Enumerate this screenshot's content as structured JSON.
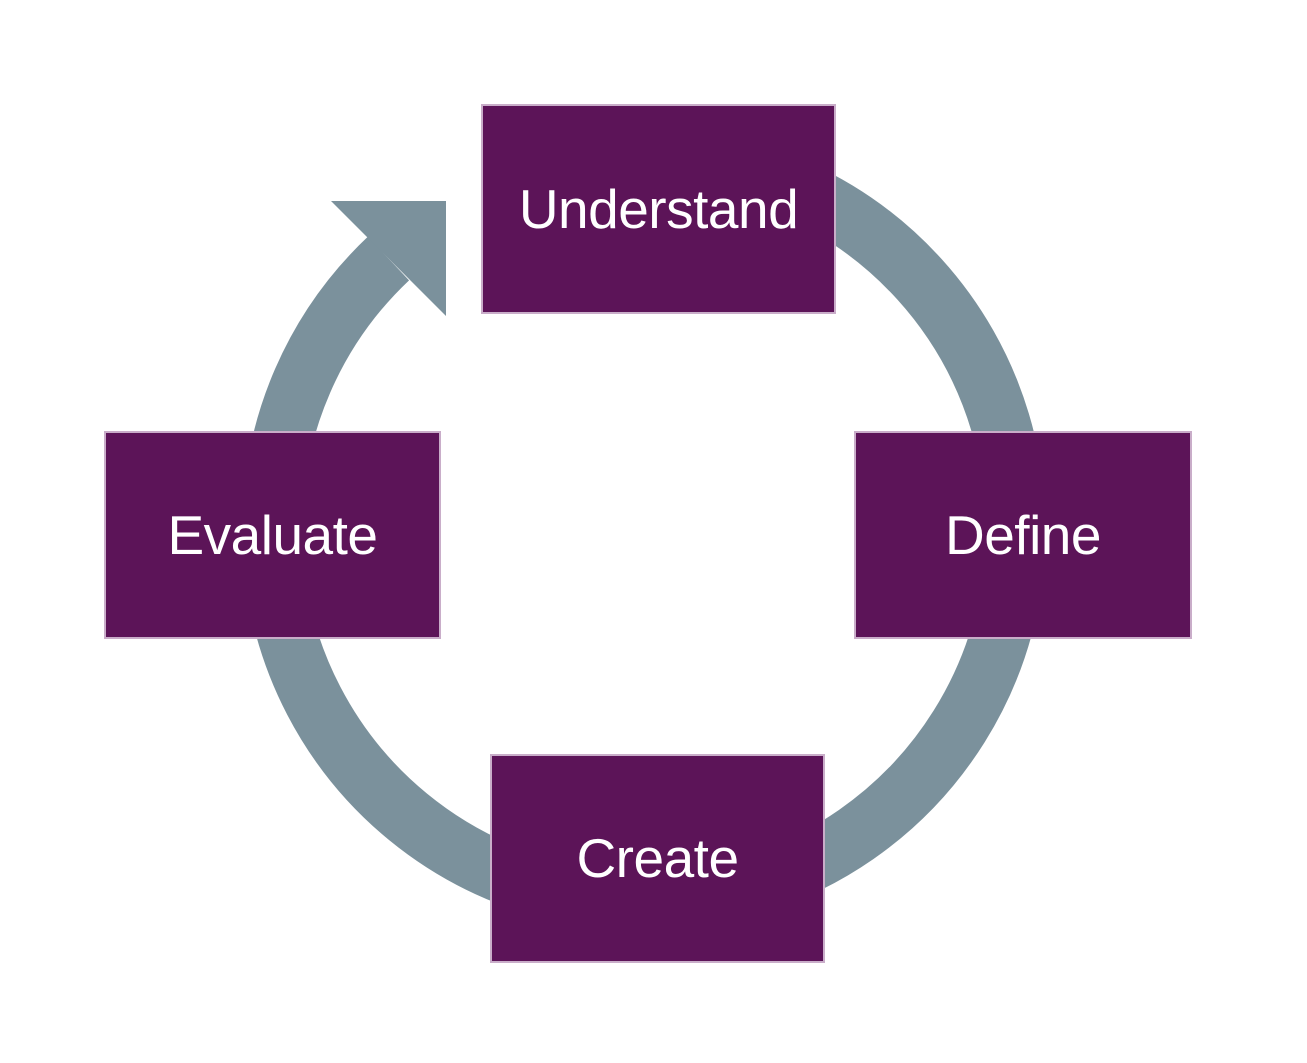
{
  "diagram": {
    "title": "design-cycle-diagram",
    "type": "cycle",
    "direction": "clockwise",
    "steps": [
      {
        "id": "understand",
        "label": "Understand",
        "position": "top"
      },
      {
        "id": "define",
        "label": "Define",
        "position": "right"
      },
      {
        "id": "create",
        "label": "Create",
        "position": "bottom"
      },
      {
        "id": "evaluate",
        "label": "Evaluate",
        "position": "left"
      }
    ],
    "colors": {
      "background": "#ffffff",
      "arrow": "#7B919C",
      "box_fill": "#5C1458",
      "box_border": "#C9ADC9",
      "box_text": "#ffffff"
    },
    "icons": {
      "arrow_head": "arrow-head-icon"
    }
  }
}
